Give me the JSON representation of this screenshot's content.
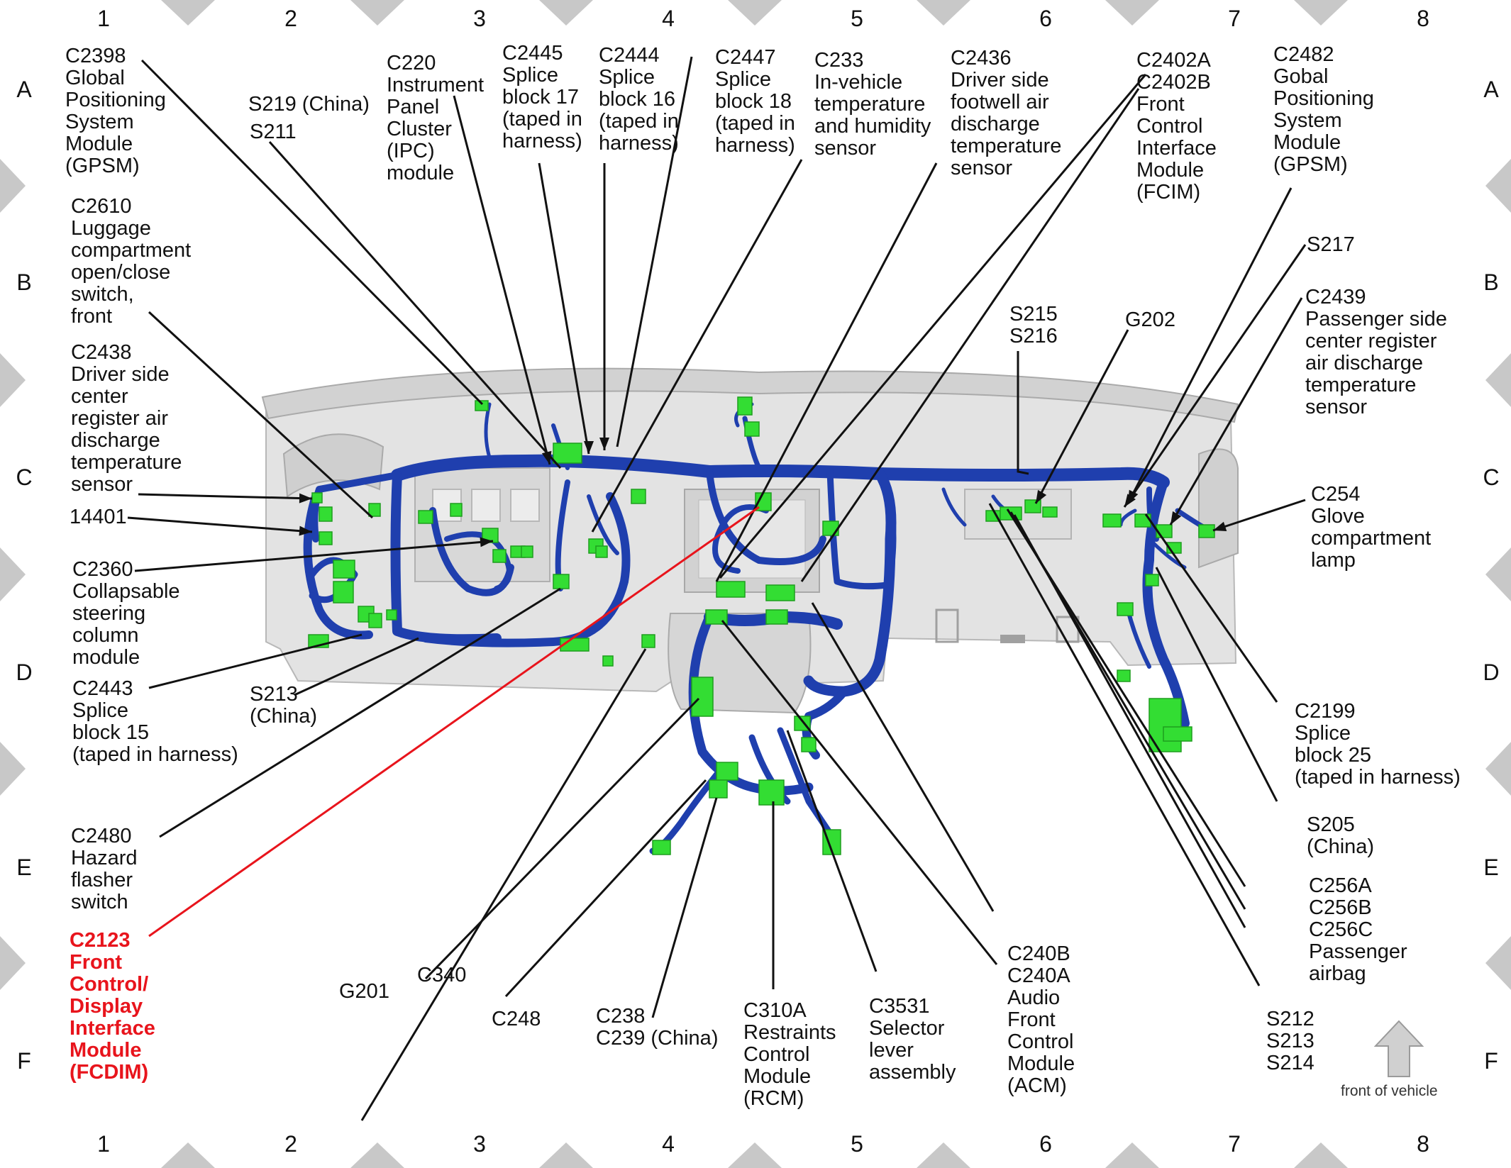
{
  "grid": {
    "columns": [
      "1",
      "2",
      "3",
      "4",
      "5",
      "6",
      "7",
      "8"
    ],
    "rows": [
      "A",
      "B",
      "C",
      "D",
      "E",
      "F"
    ]
  },
  "orientation_label": "front of vehicle",
  "colors": {
    "harness": "#1f3fae",
    "connector": "#33dd33",
    "leader": "#111111",
    "highlight": "#e8141c",
    "border_triangle": "#c8c8c8"
  },
  "labels": [
    {
      "id": "c2398",
      "text": "C2398\nGlobal\nPositioning\nSystem\nModule\n(GPSM)"
    },
    {
      "id": "s219",
      "text": "S219 (China)"
    },
    {
      "id": "s211",
      "text": "S211"
    },
    {
      "id": "c220",
      "text": "C220\nInstrument\nPanel\nCluster\n(IPC)\nmodule"
    },
    {
      "id": "c2445",
      "text": "C2445\nSplice\nblock 17\n(taped in\nharness)"
    },
    {
      "id": "c2444",
      "text": "C2444\nSplice\nblock 16\n(taped in\nharness)"
    },
    {
      "id": "c2447",
      "text": "C2447\nSplice\nblock 18\n(taped in\nharness)"
    },
    {
      "id": "c233",
      "text": "C233\nIn-vehicle\ntemperature\nand humidity\nsensor"
    },
    {
      "id": "c2436",
      "text": "C2436\nDriver side\nfootwell air\ndischarge\ntemperature\nsensor"
    },
    {
      "id": "c2402",
      "text": "C2402A\nC2402B\nFront\nControl\nInterface\nModule\n(FCIM)"
    },
    {
      "id": "c2482",
      "text": "C2482\nGobal\nPositioning\nSystem\nModule\n(GPSM)"
    },
    {
      "id": "c2610",
      "text": "C2610\nLuggage\ncompartment\nopen/close\nswitch,\nfront"
    },
    {
      "id": "c2438",
      "text": "C2438\nDriver side\ncenter\nregister air\ndischarge\ntemperature\nsensor"
    },
    {
      "id": "p14401",
      "text": "14401"
    },
    {
      "id": "c2360",
      "text": "C2360\nCollapsable\nsteering\ncolumn\nmodule"
    },
    {
      "id": "c2443",
      "text": "C2443\nSplice\nblock 15\n(taped in harness)"
    },
    {
      "id": "s213c",
      "text": "S213\n(China)"
    },
    {
      "id": "c2480",
      "text": "C2480\nHazard\nflasher\nswitch"
    },
    {
      "id": "c2123",
      "text": "C2123\nFront\nControl/\nDisplay\nInterface\nModule\n(FCDIM)"
    },
    {
      "id": "g201",
      "text": "G201"
    },
    {
      "id": "c340",
      "text": "C340"
    },
    {
      "id": "c248",
      "text": "C248"
    },
    {
      "id": "c238",
      "text": "C238\nC239 (China)"
    },
    {
      "id": "c310a",
      "text": "C310A\nRestraints\nControl\nModule\n(RCM)"
    },
    {
      "id": "c3531",
      "text": "C3531\nSelector\nlever\nassembly"
    },
    {
      "id": "c240",
      "text": "C240B\nC240A\nAudio\nFront\nControl\nModule\n(ACM)"
    },
    {
      "id": "s215",
      "text": "S215\nS216"
    },
    {
      "id": "g202",
      "text": "G202"
    },
    {
      "id": "s217",
      "text": "S217"
    },
    {
      "id": "c2439",
      "text": "C2439\nPassenger side\ncenter register\nair discharge\ntemperature\nsensor"
    },
    {
      "id": "c254",
      "text": "C254\nGlove\ncompartment\nlamp"
    },
    {
      "id": "c2199",
      "text": "C2199\nSplice\nblock 25\n(taped in harness)"
    },
    {
      "id": "s205",
      "text": "S205\n(China)"
    },
    {
      "id": "c256",
      "text": "C256A\nC256B\nC256C\nPassenger\nairbag"
    },
    {
      "id": "s212",
      "text": "S212\nS213\nS214"
    }
  ]
}
